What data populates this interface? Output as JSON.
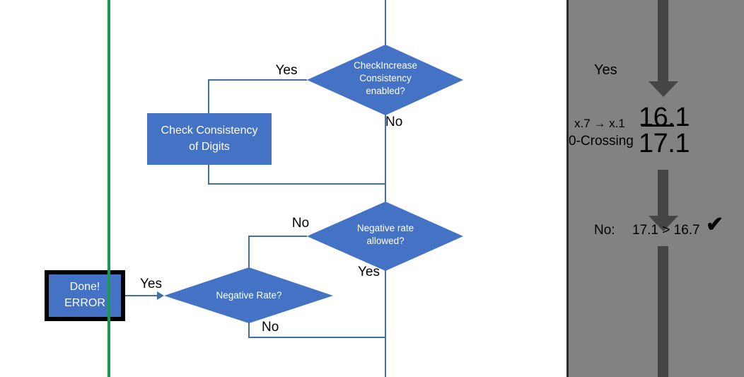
{
  "colors": {
    "shape_blue": "#4472C4",
    "connector_blue": "#41719C",
    "green_line": "#1A9850",
    "panel_gray": "#828282",
    "arrow_gray": "#454545",
    "text_white": "#FFFFFF",
    "text_black": "#000000"
  },
  "flowchart": {
    "decision_check_increase": {
      "label": "CheckIncrease\nConsistency\nenabled?",
      "yes_label": "Yes",
      "no_label": "No"
    },
    "process_check_consistency": {
      "label": "Check Consistency\nof Digits"
    },
    "decision_negative_rate_allowed": {
      "label": "Negative rate\nallowed?",
      "no_label": "No",
      "yes_label": "Yes"
    },
    "decision_negative_rate": {
      "label": "Negative Rate?",
      "no_label": "No"
    },
    "terminator_done_error": {
      "label": "Done!\nERROR",
      "yes_label": "Yes"
    }
  },
  "panel": {
    "yes_label": "Yes",
    "ratio_label": "x.7 → x.1",
    "crossing_label": "0-Crossing",
    "value_struck": "16.1",
    "value_current": "17.1",
    "no_label": "No:",
    "comparison": "17.1 > 16.7",
    "check_mark": "✔"
  }
}
